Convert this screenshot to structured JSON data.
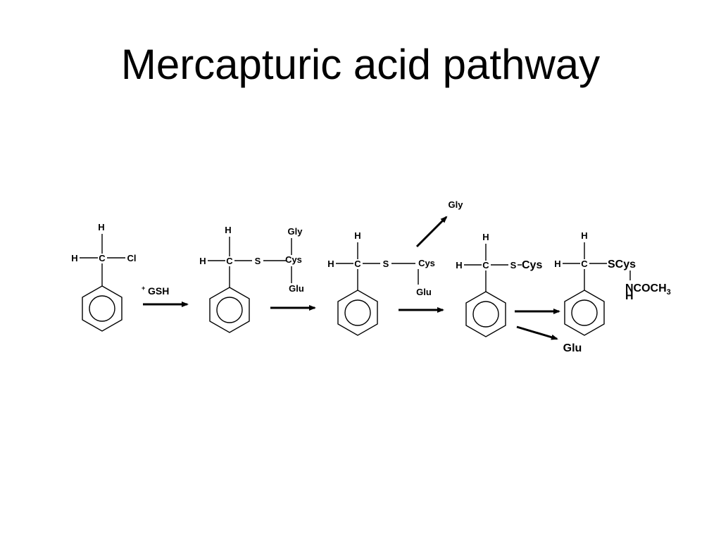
{
  "title": "Mercapturic acid pathway",
  "compound1": {
    "h_top": "H",
    "h_left": "H",
    "c": "C",
    "cl": "Cl"
  },
  "reagent": {
    "plus": "+",
    "gsh": "GSH"
  },
  "compound2": {
    "h_top": "H",
    "h_left": "H",
    "c": "C",
    "s": "S",
    "gly": "Gly",
    "cys": "Cys",
    "glu": "Glu"
  },
  "compound3": {
    "h_top": "H",
    "h_left": "H",
    "c": "C",
    "s": "S",
    "cys": "Cys",
    "glu": "Glu"
  },
  "released_gly": "Gly",
  "compound4": {
    "h_top": "H",
    "h_left": "H",
    "c": "C",
    "s": "S",
    "cys": "Cys"
  },
  "released_glu": "Glu",
  "compound5": {
    "h_top": "H",
    "h_left": "H",
    "c": "C",
    "scys": "SCys",
    "ncoch": "NCOCH",
    "sub3": "3",
    "h_n": "H"
  }
}
